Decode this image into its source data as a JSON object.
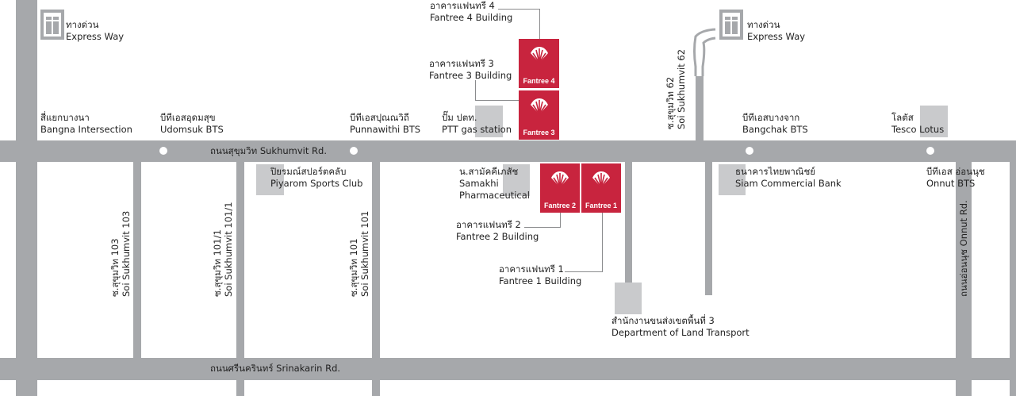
{
  "colors": {
    "road": "#a6a8ab",
    "block": "#c9cacc",
    "building": "#c8243e",
    "text": "#222222"
  },
  "expressway_left": {
    "icon": "expressway-sign-icon",
    "th": "ทางด่วน",
    "en": "Express Way"
  },
  "expressway_right": {
    "icon": "expressway-sign-icon",
    "th": "ทางด่วน",
    "en": "Express Way"
  },
  "roads": {
    "sukhumvit": "ถนนสุขุมวิท Sukhumvit Rd.",
    "srinakarin": "ถนนศรีนครินทร์ Srinakarin Rd.",
    "soi103": {
      "th": "ซ.สุขุมวิท 103",
      "en": "Soi Sukhumvit 103"
    },
    "soi1011": {
      "th": "ซ.สุขุมวิท 101/1",
      "en": "Soi Sukhumvit 101/1"
    },
    "soi101": {
      "th": "ซ.สุขุมวิท 101",
      "en": "Soi Sukhumvit 101"
    },
    "soi62": {
      "th": "ซ.สุขุมวิท 62",
      "en": "Soi Sukhumvit 62"
    },
    "onnut": "ถนนอ่อนนุช Onnut Rd."
  },
  "places": {
    "bangna": {
      "th": "สี่แยกบางนา",
      "en": "Bangna Intersection"
    },
    "udomsuk": {
      "th": "บีทีเอสอุดมสุข",
      "en": "Udomsuk BTS"
    },
    "punnawithi": {
      "th": "บีทีเอสปุณณวิถี",
      "en": "Punnawithi BTS"
    },
    "ptt": {
      "th": "ปั๊ม ปตท.",
      "en": "PTT gas station"
    },
    "bangchak": {
      "th": "บีทีเอสบางจาก",
      "en": "Bangchak BTS"
    },
    "lotus": {
      "th": "โลตัส",
      "en": "Tesco Lotus"
    },
    "piyarom": {
      "th": "ปิยรมณ์สปอร์ตคลับ",
      "en": "Piyarom Sports Club"
    },
    "samakhi": {
      "th": "น.สามัคคีเภสัช",
      "en1": "Samakhi",
      "en2": "Pharmaceutical"
    },
    "scb": {
      "th": "ธนาคารไทยพาณิชย์",
      "en": "Siam Commercial Bank"
    },
    "onnut_bts": {
      "th": "บีทีเอส อ่อนนุช",
      "en": "Onnut BTS"
    },
    "dlt": {
      "th": "สำนักงานขนส่งเขตพื้นที่ 3",
      "en": "Department of Land Transport"
    }
  },
  "buildings": {
    "f4": {
      "badge": "Fantree 4",
      "th": "อาคารแฟนทรี 4",
      "en": "Fantree 4 Building"
    },
    "f3": {
      "badge": "Fantree 3",
      "th": "อาคารแฟนทรี 3",
      "en": "Fantree 3 Building"
    },
    "f2": {
      "badge": "Fantree 2",
      "th": "อาคารแฟนทรี 2",
      "en": "Fantree 2 Building"
    },
    "f1": {
      "badge": "Fantree 1",
      "th": "อาคารแฟนทรี 1",
      "en": "Fantree 1 Building"
    }
  }
}
